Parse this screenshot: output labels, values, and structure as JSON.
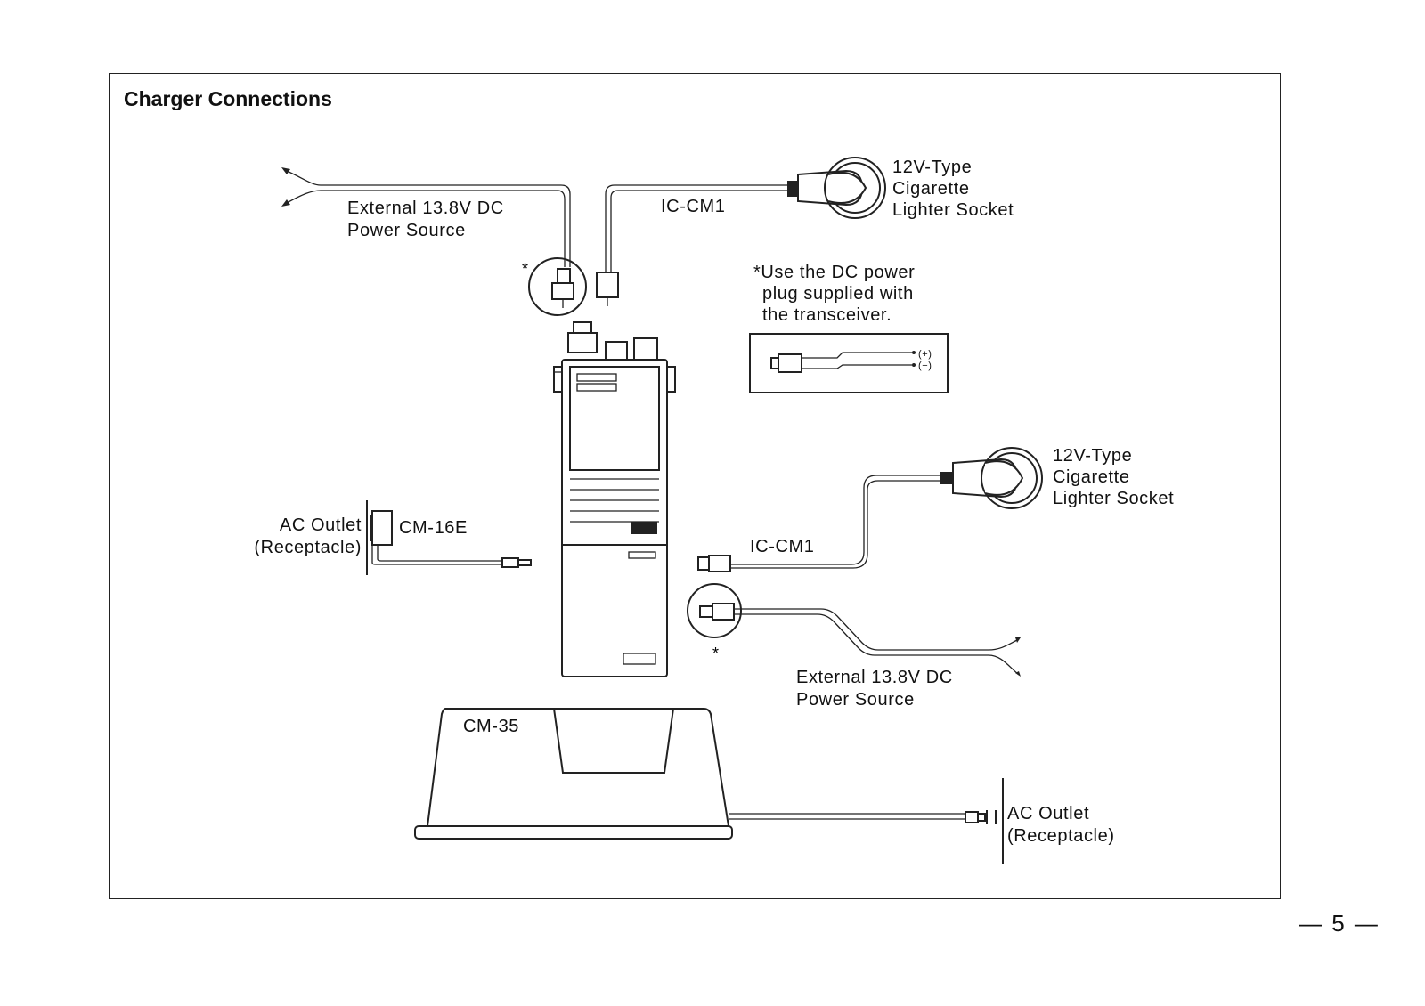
{
  "title": "Charger Connections",
  "page_number": "— 5 —",
  "labels": {
    "ext_power_top": [
      "External 13.8V DC",
      "Power Source"
    ],
    "ic_cm1_top": "IC-CM1",
    "socket_top": [
      "12V-Type",
      "Cigarette",
      "Lighter Socket"
    ],
    "asterisk_top": "*",
    "note": [
      "*Use the DC power",
      "plug supplied with",
      "the transceiver."
    ],
    "plus": "(+)",
    "minus": "(−)",
    "socket_right": [
      "12V-Type",
      "Cigarette",
      "Lighter Socket"
    ],
    "ic_cm1_right": "IC-CM1",
    "ac_outlet_left": [
      "AC Outlet",
      "(Receptacle)"
    ],
    "cm16e": "CM-16E",
    "asterisk_right": "*",
    "ext_power_right": [
      "External 13.8V DC",
      "Power Source"
    ],
    "cm35": "CM-35",
    "ac_outlet_bottom": [
      "AC Outlet",
      "(Receptacle)"
    ]
  }
}
